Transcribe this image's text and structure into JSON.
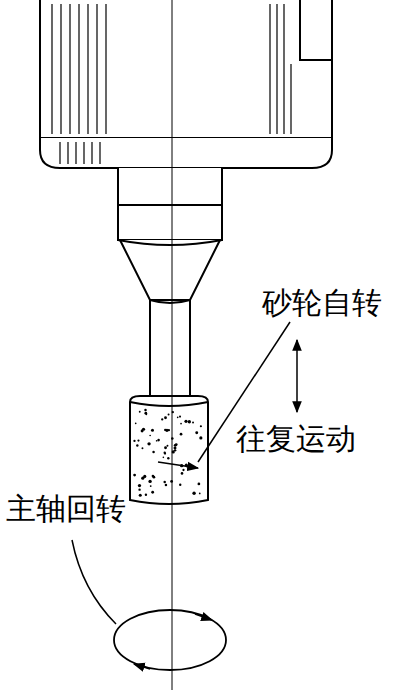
{
  "diagram": {
    "labels": [
      "砂轮自转",
      "往复运动",
      "主轴回转"
    ]
  }
}
